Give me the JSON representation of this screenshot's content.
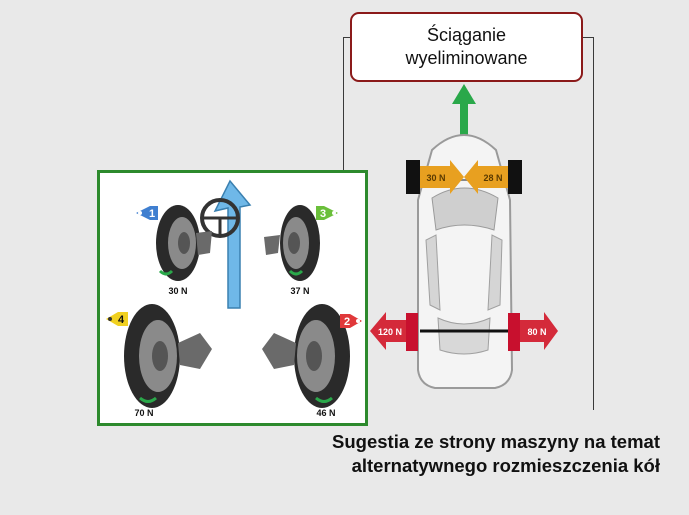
{
  "result_box": {
    "line1": "Ściąganie",
    "line2": "wyeliminowane"
  },
  "car": {
    "front_left_force": "30 N",
    "front_right_force": "28 N",
    "rear_left_force": "120 N",
    "rear_right_force": "80 N"
  },
  "wheels": [
    {
      "number": "1",
      "force": "30 N",
      "tag_color": "#3f7fd0"
    },
    {
      "number": "3",
      "force": "37 N",
      "tag_color": "#6abf3a"
    },
    {
      "number": "4",
      "force": "70 N",
      "tag_color": "#f0d020"
    },
    {
      "number": "2",
      "force": "46 N",
      "tag_color": "#e0383a"
    }
  ],
  "caption": {
    "line1": "Sugestia ze strony maszyny na temat",
    "line2": "alternatywnego rozmieszczenia kół"
  },
  "colors": {
    "panel_border": "#2d8a2d",
    "result_border": "#8b1a1a",
    "arrow_green": "#2aa84a",
    "front_force": "#e8a020",
    "rear_force": "#d42a3a",
    "direction_arrow": "#6fb8e8"
  }
}
